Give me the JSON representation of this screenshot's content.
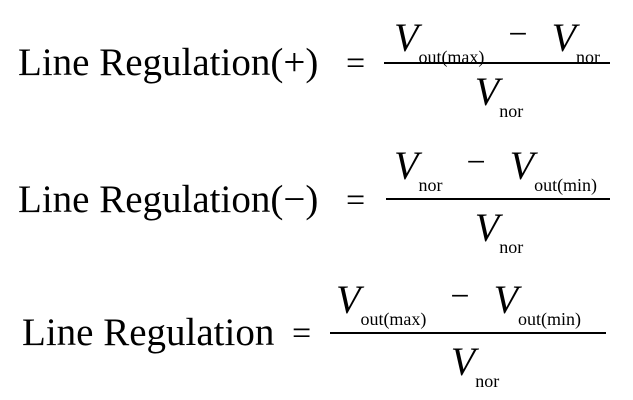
{
  "formulas": [
    {
      "lhs": "Line Regulation(+)",
      "equals": "=",
      "numerator": [
        {
          "var": "V",
          "sub": "out(max)"
        },
        {
          "op": "−"
        },
        {
          "var": "V",
          "sub": "nor"
        }
      ],
      "denominator": {
        "var": "V",
        "sub": "nor"
      }
    },
    {
      "lhs": "Line Regulation(−)",
      "equals": "=",
      "numerator": [
        {
          "var": "V",
          "sub": "nor"
        },
        {
          "op": "−"
        },
        {
          "var": "V",
          "sub": "out(min)"
        }
      ],
      "denominator": {
        "var": "V",
        "sub": "nor"
      }
    },
    {
      "lhs": "Line Regulation",
      "equals": "=",
      "numerator": [
        {
          "var": "V",
          "sub": "out(max)"
        },
        {
          "op": "−"
        },
        {
          "var": "V",
          "sub": "out(min)"
        }
      ],
      "denominator": {
        "var": "V",
        "sub": "nor"
      }
    }
  ]
}
